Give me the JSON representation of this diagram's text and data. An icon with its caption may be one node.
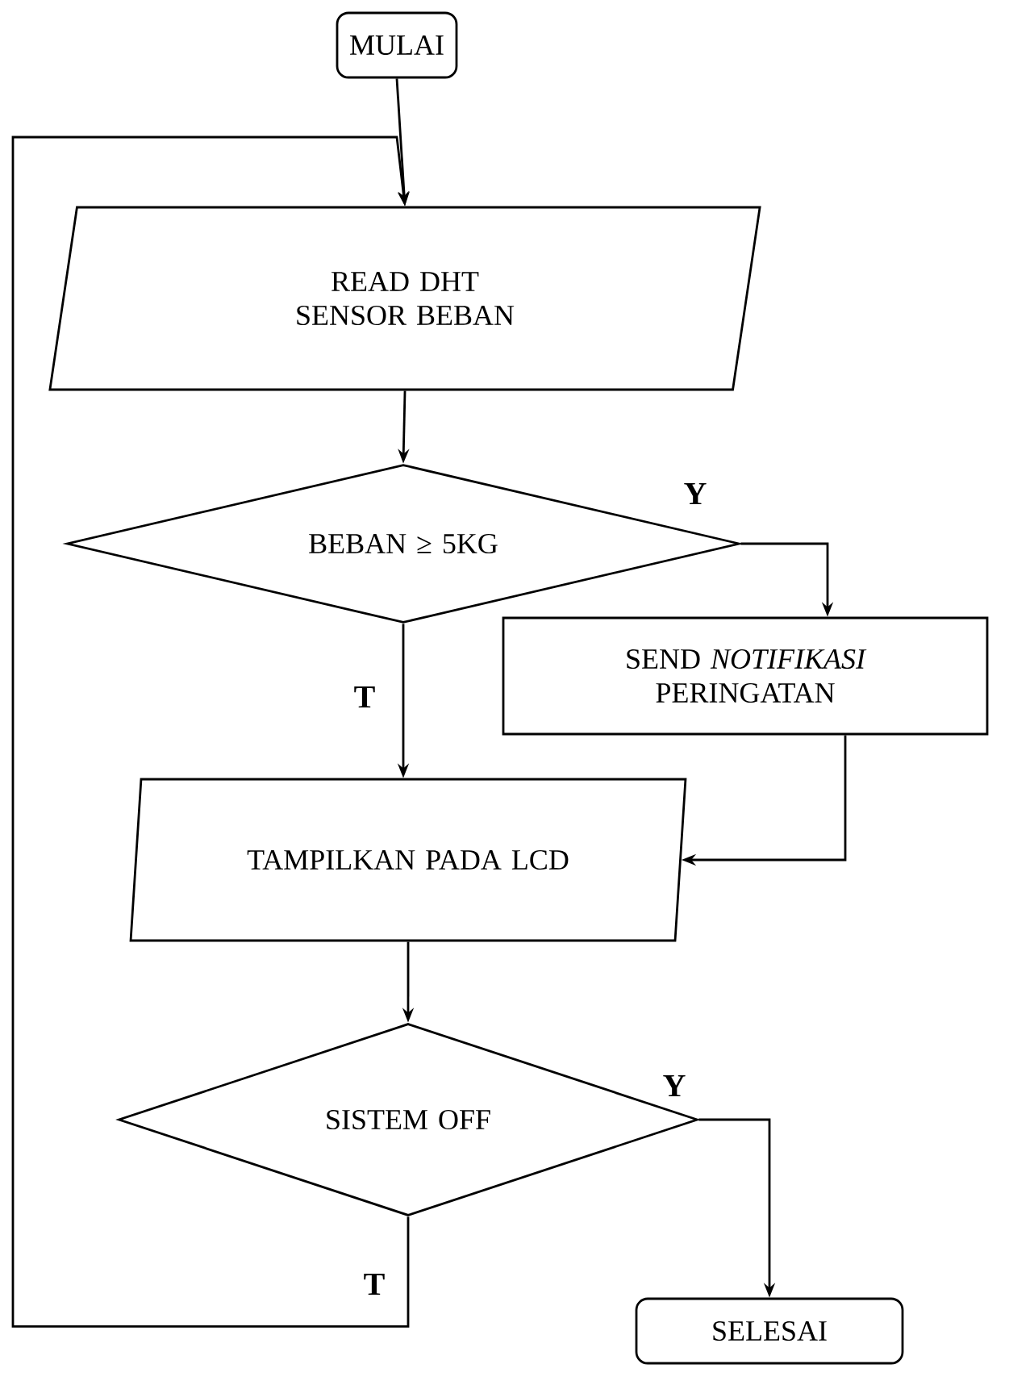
{
  "diagram": {
    "nodes": [
      {
        "text": [
          "MULAI"
        ]
      },
      {
        "text": [
          "READ DHT SENSOR BEBAN"
        ]
      },
      {
        "text": [
          "BEBAN ≥ 5KG"
        ]
      },
      {
        "text": [
          "SEND *NOTIFIKASI* PERINGATAN"
        ]
      },
      {
        "text": [
          "TAMPILKAN PADA LCD"
        ]
      },
      {
        "text": [
          "SISTEM OFF"
        ]
      },
      {
        "text": [
          "SELESAI"
        ]
      }
    ],
    "edges": [
      {
        "from": 0,
        "to": 1,
        "arrow": "to"
      },
      {
        "from": 1,
        "to": 2,
        "arrow": "to"
      },
      {
        "from": 2,
        "to": 3,
        "arrow": "to",
        "label": "Y"
      },
      {
        "from": 2,
        "to": 4,
        "arrow": "to",
        "label": "T"
      },
      {
        "from": 3,
        "to": 4,
        "arrow": "to"
      },
      {
        "from": 4,
        "to": 5,
        "arrow": "to"
      },
      {
        "from": 5,
        "to": 6,
        "arrow": "to",
        "label": "Y"
      },
      {
        "from": 5,
        "to": 1,
        "arrow": "to",
        "label": "T"
      }
    ]
  }
}
